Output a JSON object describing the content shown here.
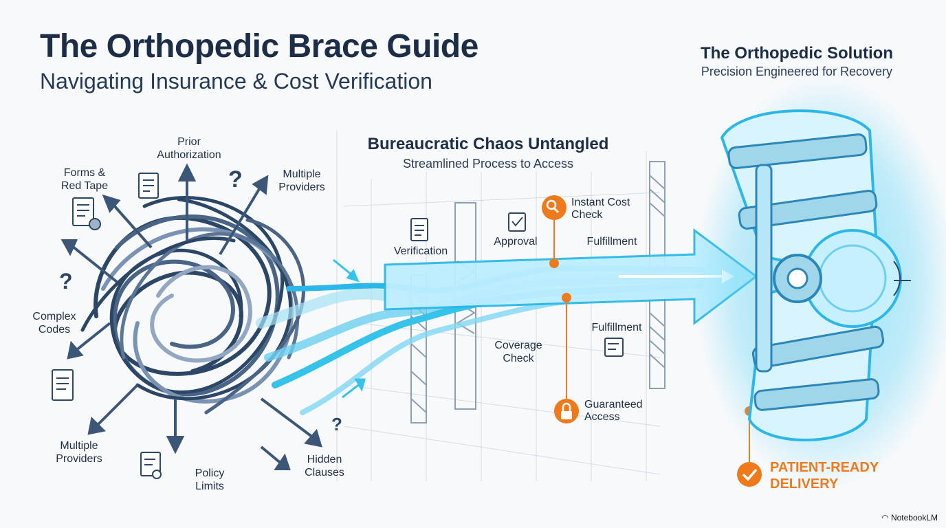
{
  "header": {
    "title": "The Orthopedic Brace Guide",
    "subtitle": "Navigating Insurance & Cost Verification"
  },
  "right_header": {
    "title": "The Orthopedic Solution",
    "subtitle": "Precision Engineered for Recovery"
  },
  "middle_header": {
    "title": "Bureaucratic Chaos Untangled",
    "subtitle": "Streamlined Process to Access"
  },
  "chaos_labels": {
    "prior_authorization": "Prior\nAuthorization",
    "forms_red_tape": "Forms &\nRed Tape",
    "multiple_providers_top": "Multiple\nProviders",
    "complex_codes": "Complex\nCodes",
    "multiple_providers_bottom": "Multiple\nProviders",
    "policy_limits": "Policy\nLimits",
    "hidden_clauses": "Hidden\nClauses"
  },
  "process_labels": {
    "verification": "Verification",
    "approval": "Approval",
    "fulfillment_top": "Fulfillment",
    "fulfillment_bottom": "Fulfillment",
    "coverage_check": "Coverage\nCheck"
  },
  "callouts": {
    "instant_cost_check": "Instant Cost\nCheck",
    "guaranteed_access": "Guaranteed\nAccess",
    "patient_ready_delivery": "PATIENT-READY\nDELIVERY"
  },
  "colors": {
    "navy": "#2c4766",
    "cyan": "#35c3ea",
    "orange": "#ee7a1c"
  },
  "footer": {
    "brand": "NotebookLM"
  }
}
